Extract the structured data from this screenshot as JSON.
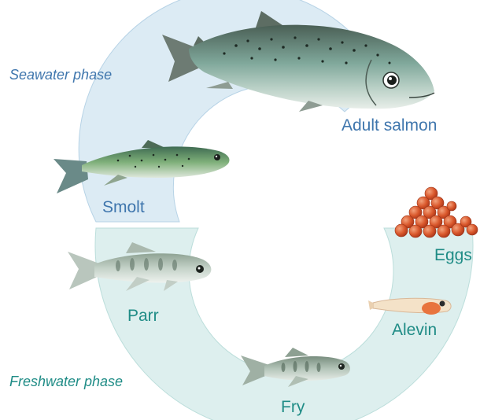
{
  "phases": {
    "seawater": "Seawater phase",
    "freshwater": "Freshwater phase"
  },
  "stages": {
    "adult": "Adult salmon",
    "smolt": "Smolt",
    "eggs": "Eggs",
    "alevin": "Alevin",
    "parr": "Parr",
    "fry": "Fry"
  },
  "colors": {
    "seawater_band": "#dcebf4",
    "freshwater_band": "#ddefee",
    "seawater_text": "#3f76ad",
    "freshwater_text": "#1f8c86",
    "eggs": "#d9572b"
  }
}
